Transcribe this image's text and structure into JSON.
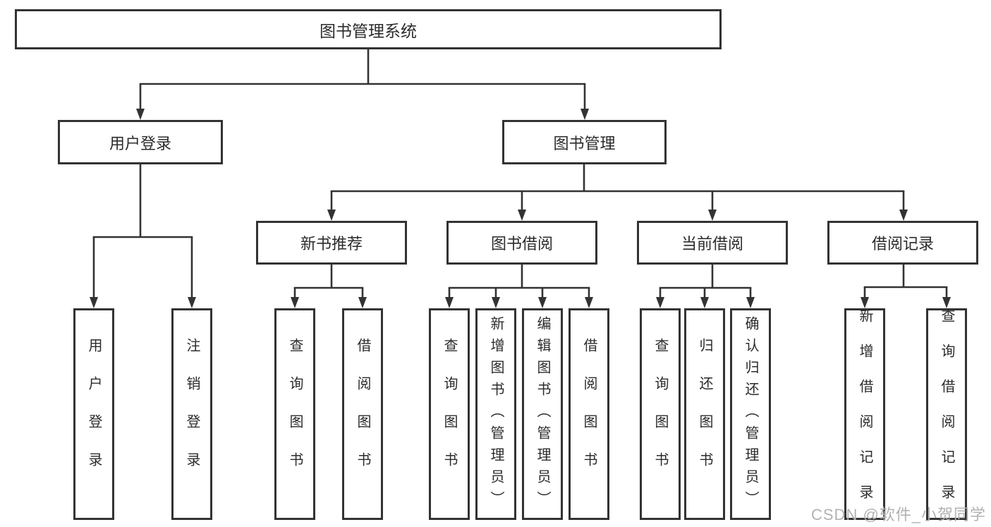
{
  "diagram": {
    "root": {
      "label": "图书管理系统"
    },
    "branches": [
      {
        "label": "用户登录",
        "children": [
          "用户登录",
          "注销登录"
        ]
      },
      {
        "label": "图书管理"
      }
    ],
    "sub_branches": [
      {
        "label": "新书推荐",
        "children": [
          "查询图书",
          "借阅图书"
        ]
      },
      {
        "label": "图书借阅",
        "children": [
          "查询图书",
          "新增图书（管理员）",
          "编辑图书（管理员）",
          "借阅图书"
        ]
      },
      {
        "label": "当前借阅",
        "children": [
          "查询图书",
          "归还图书",
          "确认归还（管理员）"
        ]
      },
      {
        "label": "借阅记录",
        "children": [
          "新增借阅记录",
          "查询借阅记录"
        ]
      }
    ]
  },
  "watermark": {
    "text": "CSDN @软件_小贺同学"
  },
  "colors": {
    "line": "#333333",
    "box_border": "#333333",
    "text": "#2b2b2b",
    "watermark": "#b2b2b2",
    "background": "#ffffff"
  }
}
